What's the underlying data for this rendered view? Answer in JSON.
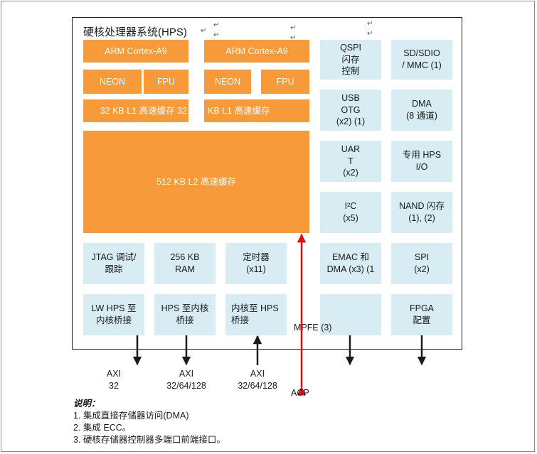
{
  "title": "硬核处理器系统(HPS)",
  "cpu": {
    "core1": "ARM Cortex-A9",
    "core2": "ARM Cortex-A9",
    "neon1": "NEON",
    "fpu1": "FPU",
    "neon2": "NEON",
    "fpu2": "FPU",
    "l1_1": "32 KB L1 高速缓存 32",
    "l1_2": "KB L1 高速缓存",
    "l2": "512 KB L2 高速缓存"
  },
  "bottom_blocks": {
    "jtag": "JTAG 调试/\n跟踪",
    "ram": "256 KB\nRAM",
    "timer": "定时器\n(x11)",
    "lw_bridge": "LW HPS 至\n内核桥接",
    "hps_bridge": "HPS 至内核\n桥接",
    "core_bridge": "内核至 HPS\n桥接"
  },
  "peripherals": {
    "qspi": "QSPI\n闪存\n控制",
    "sdmmc": "SD/SDIO\n/ MMC (1)",
    "usb": "USB\nOTG\n(x2) (1)",
    "dma": "DMA\n(8 通道)",
    "uart": "UAR\nT\n(x2)",
    "hps_io": "专用 HPS\nI/O",
    "i2c": "I²C\n(x5)",
    "nand": "NAND 闪存\n(1), (2)",
    "emac": "EMAC 和\nDMA  (x3)  (1",
    "spi": "SPI\n(x2)",
    "mpfe": "MPFE (3)",
    "fpga_config": "FPGA\n配置"
  },
  "axi_labels": {
    "axi32": "AXI\n32",
    "axi_lw": "AXI\n32/64/128",
    "axi_core": "AXI\n32/64/128",
    "acp": "ACP"
  },
  "notes": {
    "heading": "说明：",
    "items": [
      "1. 集成直接存储器访问(DMA)",
      "2. 集成 ECC。",
      "3. 硬核存储器控制器多端口前端接口。"
    ]
  },
  "colors": {
    "orange": "#f79a3a",
    "light_blue": "#d8ecf4",
    "acp_red": "#e01010"
  }
}
